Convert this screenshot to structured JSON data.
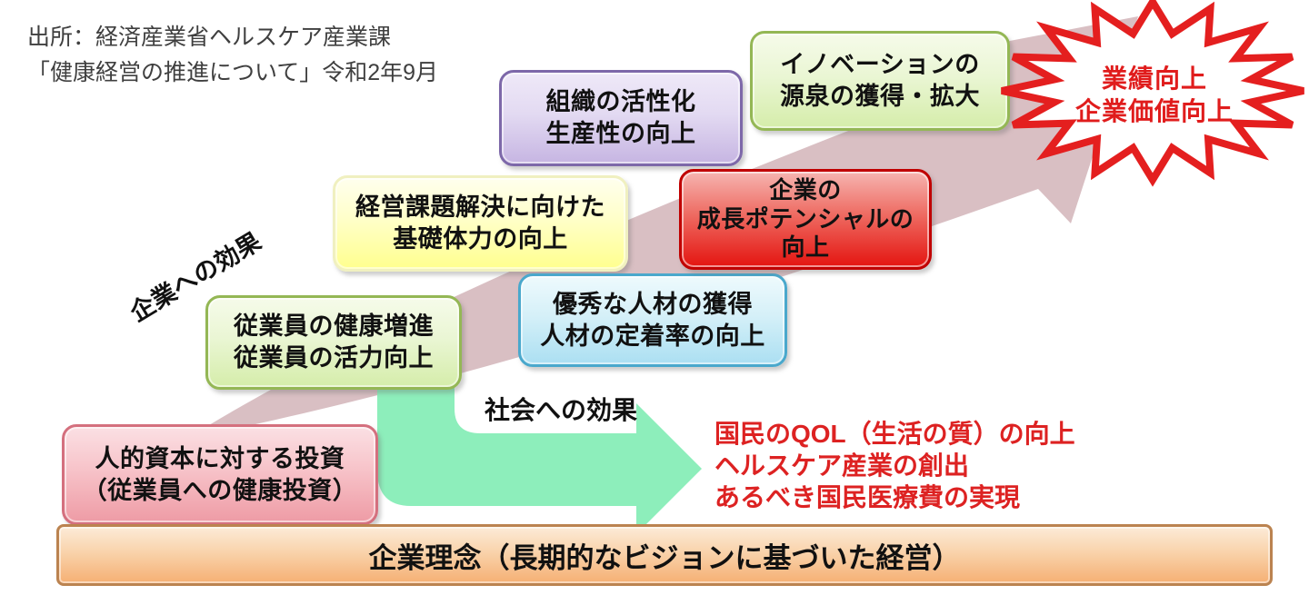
{
  "source": {
    "line1": "出所：経済産業省ヘルスケア産業課",
    "line2": "「健康経営の推進について」令和2年9月"
  },
  "labels": {
    "company_effect": "企業への効果",
    "social_effect": "社会への効果"
  },
  "boxes": {
    "investment": {
      "lines": [
        "人的資本に対する投資",
        "（従業員への健康投資）"
      ]
    },
    "employee_health": {
      "lines": [
        "従業員の健康増進",
        "従業員の活力向上"
      ]
    },
    "foundation_fitness": {
      "lines": [
        "経営課題解決に向けた",
        "基礎体力の向上"
      ]
    },
    "organization": {
      "lines": [
        "組織の活性化",
        "生産性の向上"
      ]
    },
    "talent": {
      "lines": [
        "優秀な人材の獲得",
        "人材の定着率の向上"
      ]
    },
    "growth": {
      "lines": [
        "企業の",
        "成長ポテンシャルの",
        "向上"
      ]
    },
    "innovation": {
      "lines": [
        "イノベーションの",
        "源泉の獲得・拡大"
      ]
    },
    "star": {
      "lines": [
        "業績向上",
        "企業価値向上"
      ]
    }
  },
  "social_outcomes": {
    "lines": [
      "国民のQOL（生活の質）の向上",
      "ヘルスケア産業の創出",
      "あるべき国民医療費の実現"
    ]
  },
  "foundation_bar": {
    "label": "企業理念（長期的なビジョンに基づいた経営）"
  },
  "colors": {
    "big_arrow": "#d9bfc3",
    "social_arrow": "#8deebb",
    "star_border": "#e41f1f",
    "star_text": "#e01c1c",
    "outcome_text": "#dd2222",
    "foundation_fill": "#f5af73"
  }
}
